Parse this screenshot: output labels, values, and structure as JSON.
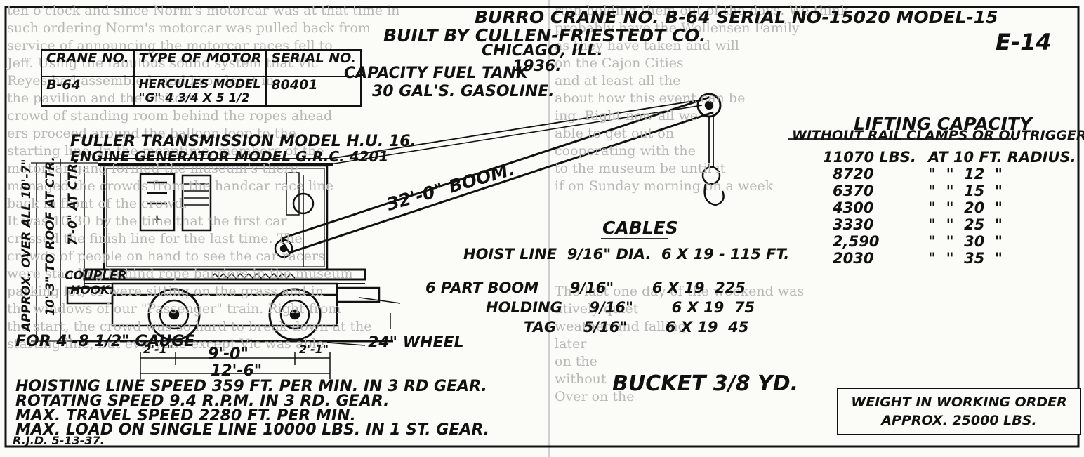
{
  "header": {
    "line1": "BURRO CRANE NO. B-64  SERIAL NO-15020  MODEL-15",
    "line2": "BUILT BY CULLEN-FRIESTEDT CO.",
    "line3": "CHICAGO, ILL.",
    "line4": "1936.",
    "drawing_no": "E-14"
  },
  "crane_table": {
    "headers": [
      "CRANE NO.",
      "TYPE OF MOTOR",
      "SERIAL NO."
    ],
    "row": [
      "B-64",
      "HERCULES MODEL \"G\" 4 3/4 X 5 1/2",
      "80401"
    ]
  },
  "fuel_tank": {
    "line1": "CAPACITY FUEL TANK",
    "line2": "30 GAL'S. GASOLINE."
  },
  "transmission": "FULLER TRANSMISSION MODEL H.U. 16.",
  "engine_generator": "ENGINE GENERATOR MODEL G.R.C. 4201",
  "boom_label": "32'-0\" BOOM.",
  "lifting_capacity": {
    "title": "LIFTING CAPACITY",
    "subtitle": "WITHOUT RAIL CLAMPS OR OUTRIGGERS.",
    "rows": [
      {
        "lbs": "11070 LBS.",
        "radius": "AT 10 FT. RADIUS."
      },
      {
        "lbs": "8720",
        "radius": "\"  \"  12  \""
      },
      {
        "lbs": "6370",
        "radius": "\"  \"  15  \""
      },
      {
        "lbs": "4300",
        "radius": "\"  \"  20  \""
      },
      {
        "lbs": "3330",
        "radius": "\"  \"  25  \""
      },
      {
        "lbs": "2,590",
        "radius": "\"  \"  30  \""
      },
      {
        "lbs": "2030",
        "radius": "\"  \"  35  \""
      }
    ]
  },
  "cables": {
    "title": "CABLES",
    "rows": [
      {
        "name": "HOIST LINE",
        "dia": "9/16\" DIA.",
        "spec": "6 X 19 - 115 FT."
      },
      {
        "name": "6 PART BOOM",
        "dia": "9/16\"",
        "spec": "6 X 19  225"
      },
      {
        "name": "HOLDING",
        "dia": "9/16\"",
        "spec": "6 X 19  75"
      },
      {
        "name": "TAG",
        "dia": "5/16\"",
        "spec": "6 X 19  45"
      }
    ]
  },
  "bucket": "BUCKET 3/8 YD.",
  "coupler": {
    "line1": "COUPLER",
    "line2": "HOOK."
  },
  "dims": {
    "height_overall": "APPROX. OVER ALL 10'-7\"",
    "height_roof": "10'-3\" TO ROOF AT CTR.",
    "height_ctr": "7'-0\" AT CTR.",
    "gauge": "FOR 4'-8 1/2\" GAUGE",
    "wheel": "24\" WHEEL",
    "seg1": "2'-1\"",
    "seg2": "9'-0\"",
    "seg3": "2'-1\"",
    "total": "12'-6\""
  },
  "specs": [
    "HOISTING LINE SPEED 359 FT. PER MIN. IN 3 RD GEAR.",
    "ROTATING SPEED 9.4 R.P.M. IN 3 RD. GEAR.",
    "MAX. TRAVEL SPEED 2280 FT. PER MIN.",
    "MAX. LOAD ON SINGLE LINE 10000 LBS. IN 1 ST. GEAR."
  ],
  "weight": {
    "line1": "WEIGHT IN WORKING ORDER",
    "line2": "APPROX. 25000 LBS."
  },
  "signature": "R.J.D. 5-13-37.",
  "bg_text": [
    "ten o'clock and since Norm's motorcar was at that time in",
    "such ordering Norm's motorcar was pulled back from",
    "service of announcing the motorcar races fell to",
    "Jeff. Using the fabulous sound system that Vic",
    "Reyes had assembled, and broadcast in",
    "the pavilion and the visitors",
    "crowd of standing room behind the ropes ahead",
    "ers proceed around the balloon loop to the",
    "starting line. In the meantime, members of the",
    "motorcar gang formed the museum's there",
    "managed the crowds from the handcar race line",
    "back in front of the crowd.",
    "It was 10:30 by the time that the first car",
    "crossed the finish line for the last time. The",
    "crowds of people on hand to see the car racers",
    "were standing behind rope barriers in the museum",
    "parking lot, or were sitting on the grass and in",
    "the windows of our \"Passenger\" train. Right from",
    "the start, the crowd was so hard to break down at the",
    "starting line, but everyone except Vic was able"
  ],
  "bg_text_right": [
    "rain holding them out of the days. We think",
    "probably have the Wollensen Family",
    "as they have taken and will",
    "on the Cajon Cities",
    "and at least all the",
    "about how this event can be",
    "ing. Right now all we",
    "able to get out on",
    "cooperating with the",
    "to the museum be until it",
    "if on Sunday morning on a week",
    "",
    "",
    "The last one day of the weekend was",
    "atively quiet",
    "weather and falling",
    "later",
    "on the",
    "without",
    "Over on the"
  ]
}
